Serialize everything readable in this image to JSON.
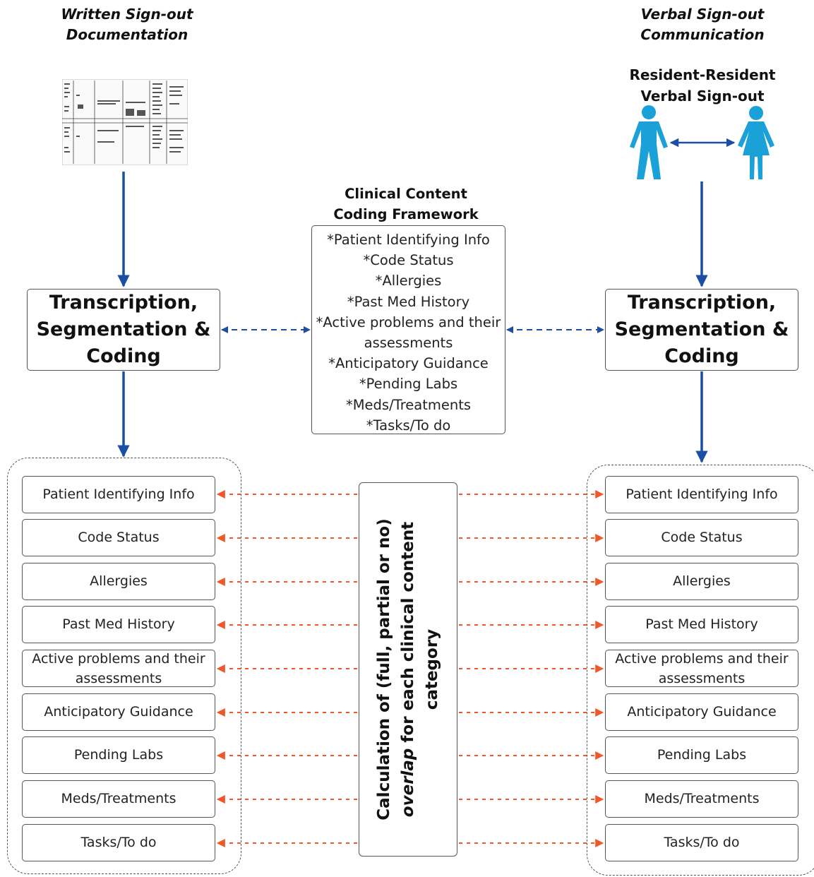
{
  "headers": {
    "written": [
      "Written Sign-out",
      "Documentation"
    ],
    "verbal": [
      "Verbal Sign-out",
      "Communication"
    ],
    "resident": [
      "Resident-Resident",
      "Verbal Sign-out"
    ],
    "framework_title": [
      "Clinical Content",
      "Coding Framework"
    ]
  },
  "framework_items": [
    "*Patient Identifying Info",
    "*Code Status",
    "*Allergies",
    "*Past Med History",
    "*Active problems and their",
    "assessments",
    "*Anticipatory Guidance",
    "*Pending Labs",
    "*Meds/Treatments",
    "*Tasks/To do"
  ],
  "process_box": [
    "Transcription,",
    "Segmentation &",
    "Coding"
  ],
  "categories": [
    "Patient Identifying Info",
    "Code Status",
    "Allergies",
    "Past Med History",
    "Active problems and their assessments",
    "Anticipatory Guidance",
    "Pending Labs",
    "Meds/Treatments",
    "Tasks/To do"
  ],
  "calculation": {
    "line1": "Calculation of (full, partial or no)",
    "line2_italic": "overlap",
    "line2_rest": " for each clinical content",
    "line3": "category"
  },
  "colors": {
    "blue_arrow": "#1a4fa3",
    "orange_arrow": "#f0582a",
    "person": "#1aa1d8"
  },
  "icons": {
    "document": "document-thumbnail-icon",
    "person_left": "male-person-icon",
    "person_right": "female-person-icon"
  }
}
